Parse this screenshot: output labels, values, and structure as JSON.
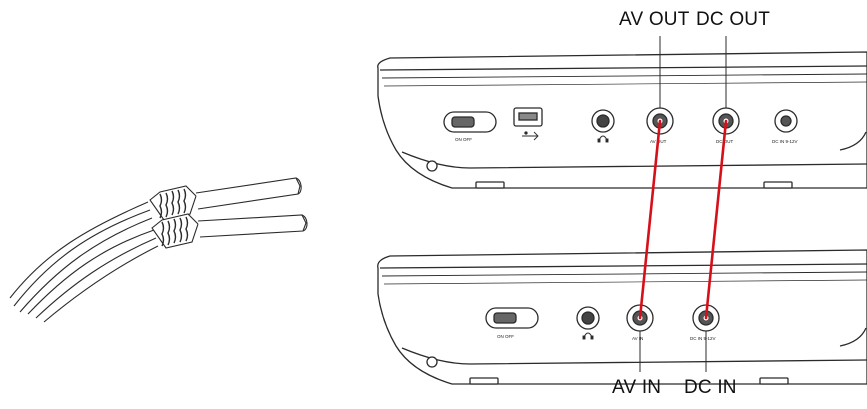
{
  "labels": {
    "top_left": "AV OUT",
    "top_right": "DC OUT",
    "bottom_left": "AV IN",
    "bottom_right": "DC IN"
  },
  "port_text": {
    "on_off": "ON  OFF",
    "av_out": "AV OUT",
    "dc_out": "DC OUT",
    "dc_in_range": "DC IN 9-12V",
    "av_in": "AV IN",
    "dc_in": "DC IN 9-12V"
  },
  "colors": {
    "cable": "#d6101a",
    "line": "#2b2b2b",
    "device_fill": "#ffffff"
  },
  "icons": [
    "cable-plug-icon",
    "usb-icon",
    "headphone-icon"
  ]
}
